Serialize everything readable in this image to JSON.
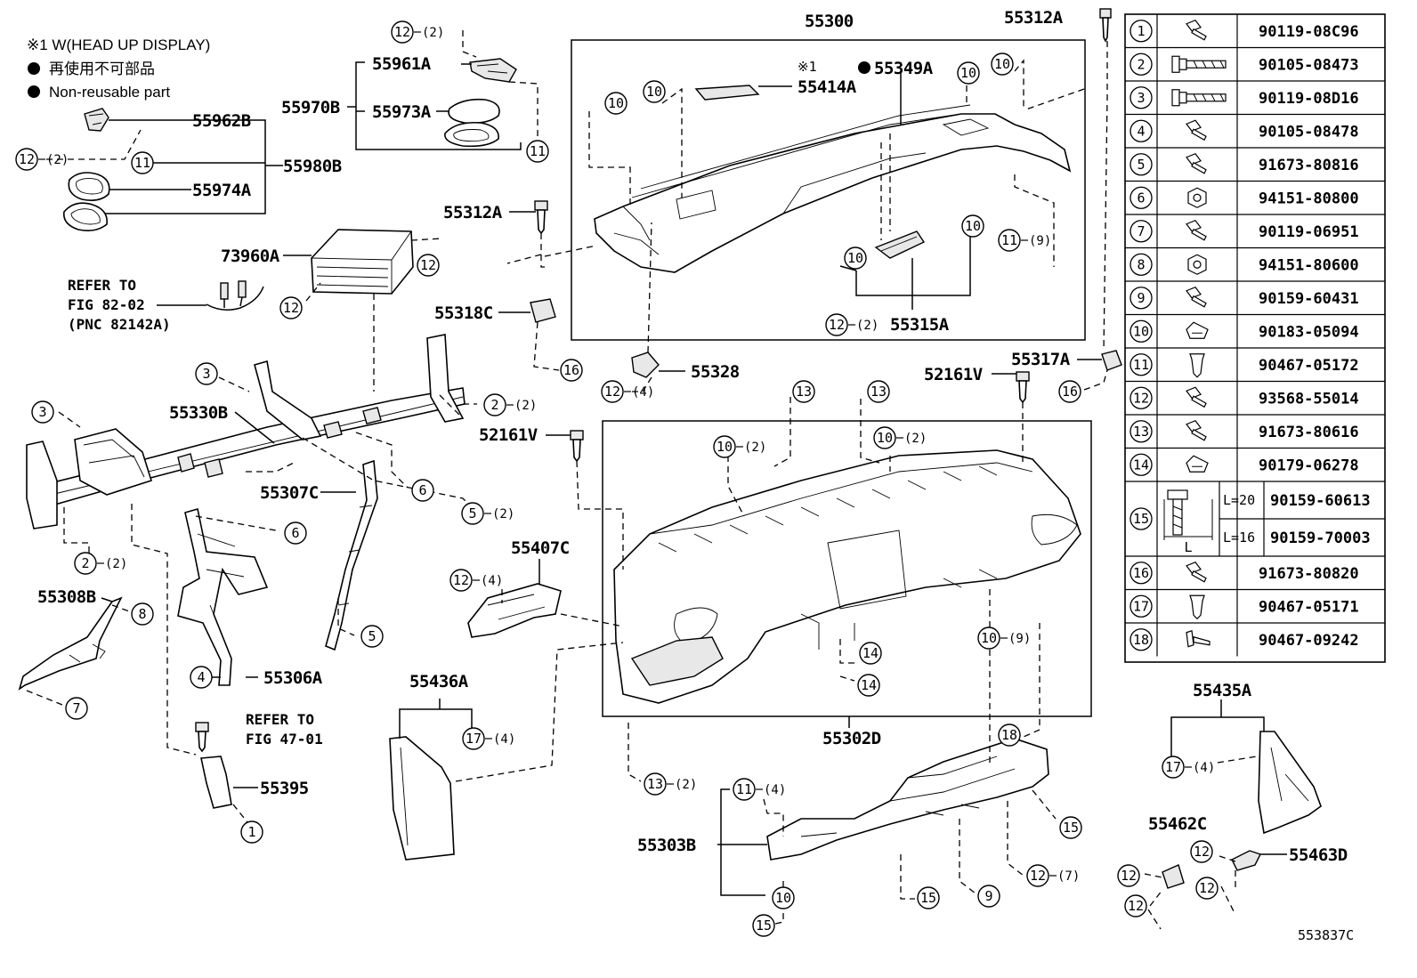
{
  "notes": {
    "note1": "※1  W(HEAD UP DISPLAY)",
    "note2": "再使用不可部品",
    "note3": "Non-reusable part"
  },
  "diagram_id": "553837C",
  "labels": {
    "p55300": "55300",
    "p55312A_top": "55312A",
    "p55961A": "55961A",
    "p55970B": "55970B",
    "p55973A": "55973A",
    "p55962B": "55962B",
    "p55980B": "55980B",
    "p55974A": "55974A",
    "p55312A_mid": "55312A",
    "p73960A": "73960A",
    "p55414A": "55414A",
    "p55349A": "55349A",
    "x1": "※1",
    "refer1_a": "REFER TO",
    "refer1_b": "FIG 82-02",
    "refer1_c": "(PNC 82142A)",
    "p55318C": "55318C",
    "p55315A": "55315A",
    "p55328": "55328",
    "p55317A": "55317A",
    "p52161V_r": "52161V",
    "p55330B": "55330B",
    "p52161V_l": "52161V",
    "p55307C": "55307C",
    "p55407C": "55407C",
    "p55308B": "55308B",
    "p55306A": "55306A",
    "refer2_a": "REFER TO",
    "refer2_b": "FIG 47-01",
    "p55395": "55395",
    "p55436A": "55436A",
    "p55302D": "55302D",
    "p55303B": "55303B",
    "p55435A": "55435A",
    "p55462C": "55462C",
    "p55463D": "55463D"
  },
  "callouts": [
    {
      "num": "12",
      "qty": "(2)"
    },
    {
      "num": "11",
      "qty": ""
    },
    {
      "num": "12",
      "qty": "(2)"
    },
    {
      "num": "11",
      "qty": ""
    },
    {
      "num": "12",
      "qty": ""
    },
    {
      "num": "12",
      "qty": ""
    },
    {
      "num": "10",
      "qty": ""
    },
    {
      "num": "10",
      "qty": ""
    },
    {
      "num": "10",
      "qty": ""
    },
    {
      "num": "10",
      "qty": ""
    },
    {
      "num": "10",
      "qty": ""
    },
    {
      "num": "10",
      "qty": ""
    },
    {
      "num": "11",
      "qty": "(9)"
    },
    {
      "num": "12",
      "qty": "(2)"
    },
    {
      "num": "16",
      "qty": ""
    },
    {
      "num": "12",
      "qty": "(4)"
    },
    {
      "num": "16",
      "qty": ""
    },
    {
      "num": "3",
      "qty": ""
    },
    {
      "num": "3",
      "qty": ""
    },
    {
      "num": "2",
      "qty": "(2)"
    },
    {
      "num": "13",
      "qty": ""
    },
    {
      "num": "13",
      "qty": ""
    },
    {
      "num": "10",
      "qty": "(2)"
    },
    {
      "num": "10",
      "qty": "(2)"
    },
    {
      "num": "6",
      "qty": ""
    },
    {
      "num": "5",
      "qty": "(2)"
    },
    {
      "num": "6",
      "qty": ""
    },
    {
      "num": "2",
      "qty": "(2)"
    },
    {
      "num": "8",
      "qty": ""
    },
    {
      "num": "12",
      "qty": "(4)"
    },
    {
      "num": "5",
      "qty": ""
    },
    {
      "num": "4",
      "qty": ""
    },
    {
      "num": "7",
      "qty": ""
    },
    {
      "num": "14",
      "qty": ""
    },
    {
      "num": "14",
      "qty": ""
    },
    {
      "num": "10",
      "qty": "(9)"
    },
    {
      "num": "17",
      "qty": "(4)"
    },
    {
      "num": "18",
      "qty": ""
    },
    {
      "num": "1",
      "qty": ""
    },
    {
      "num": "13",
      "qty": "(2)"
    },
    {
      "num": "11",
      "qty": "(4)"
    },
    {
      "num": "17",
      "qty": "(4)"
    },
    {
      "num": "15",
      "qty": ""
    },
    {
      "num": "10",
      "qty": ""
    },
    {
      "num": "15",
      "qty": ""
    },
    {
      "num": "15",
      "qty": ""
    },
    {
      "num": "9",
      "qty": ""
    },
    {
      "num": "12",
      "qty": "(7)"
    },
    {
      "num": "12",
      "qty": ""
    },
    {
      "num": "12",
      "qty": ""
    },
    {
      "num": "12",
      "qty": ""
    },
    {
      "num": "12",
      "qty": ""
    }
  ],
  "parts_table": [
    {
      "num": "1",
      "part": "90119-08C96",
      "icon": "bolt-washer-icon"
    },
    {
      "num": "2",
      "part": "90105-08473",
      "icon": "long-flange-bolt-icon"
    },
    {
      "num": "3",
      "part": "90119-08D16",
      "icon": "long-flange-bolt-icon"
    },
    {
      "num": "4",
      "part": "90105-08478",
      "icon": "bolt-washer-icon"
    },
    {
      "num": "5",
      "part": "91673-80816",
      "icon": "bolt-washer-icon"
    },
    {
      "num": "6",
      "part": "94151-80800",
      "icon": "nut-icon"
    },
    {
      "num": "7",
      "part": "90119-06951",
      "icon": "bolt-washer-icon"
    },
    {
      "num": "8",
      "part": "94151-80600",
      "icon": "nut-icon"
    },
    {
      "num": "9",
      "part": "90159-60431",
      "icon": "bolt-washer-icon"
    },
    {
      "num": "10",
      "part": "90183-05094",
      "icon": "clip-nut-icon"
    },
    {
      "num": "11",
      "part": "90467-05172",
      "icon": "push-clip-icon"
    },
    {
      "num": "12",
      "part": "93568-55014",
      "icon": "bolt-washer-icon"
    },
    {
      "num": "13",
      "part": "91673-80616",
      "icon": "bolt-washer-icon"
    },
    {
      "num": "14",
      "part": "90179-06278",
      "icon": "clip-nut-icon"
    },
    {
      "num": "15",
      "part": "90159-60613",
      "part2": "90159-70003",
      "len1": "L=20",
      "len2": "L=16",
      "len_label": "L",
      "icon": "screw-length-icon"
    },
    {
      "num": "16",
      "part": "91673-80820",
      "icon": "bolt-washer-icon"
    },
    {
      "num": "17",
      "part": "90467-05171",
      "icon": "push-clip-icon"
    },
    {
      "num": "18",
      "part": "90467-09242",
      "icon": "rivet-clip-icon"
    }
  ]
}
